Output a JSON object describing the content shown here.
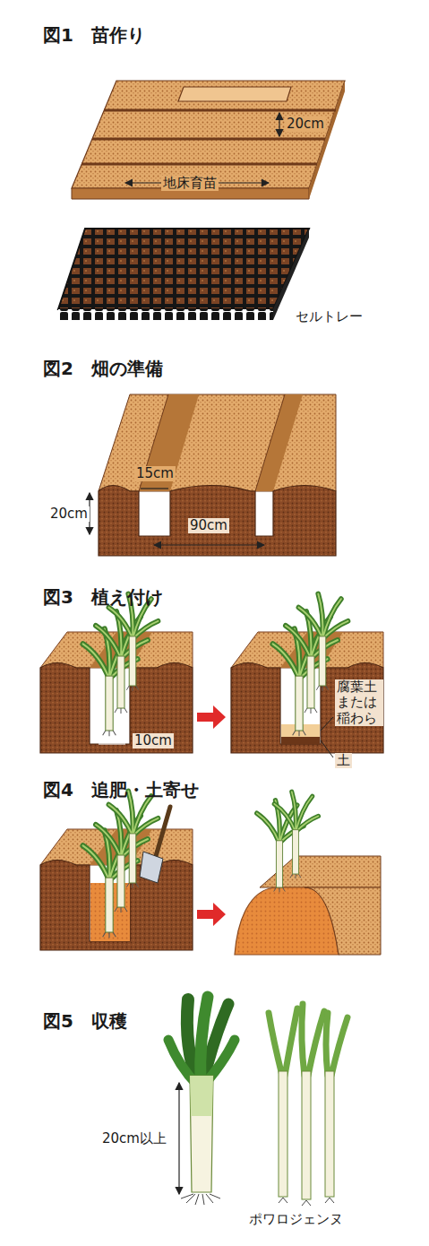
{
  "diagram": {
    "labels": [
      "図1　苗作り",
      "20cm",
      "地床育苗",
      "セルトレー",
      "図2　畑の準備",
      "15cm",
      "20cm",
      "90cm",
      "図3　植え付け",
      "10cm",
      "腐葉土 または 稲わら",
      "土",
      "図4　追肥・土寄せ",
      "図5　収穫",
      "20cm以上",
      "ポワロジェンヌ"
    ]
  }
}
